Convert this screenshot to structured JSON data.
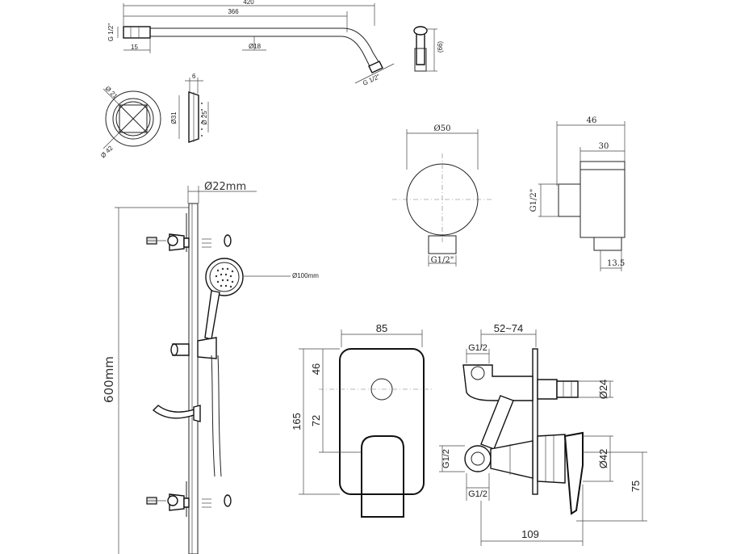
{
  "arm": {
    "total": "420",
    "length": "366",
    "thread_left": "G 1/2\"",
    "pipe": "Ø18",
    "stub": "15",
    "thread_end": "G 1/2\""
  },
  "spout": {
    "height": "(66)"
  },
  "flange": {
    "d21": "Ø 21",
    "d42": "Ø 42",
    "width": "6",
    "d31": "Ø31",
    "d25": "Ø 25"
  },
  "elbow": {
    "diameter": "Ø50",
    "thread": "G1/2\"",
    "depth": "46",
    "body": "30",
    "thread_side": "G1/2\"",
    "outlet": "13.5"
  },
  "rail": {
    "diameter": "Ø22mm",
    "length": "600mm",
    "head": "Ø100mm"
  },
  "mixer": {
    "width": "85",
    "height": "165",
    "top": "46",
    "middle": "72",
    "depth_range": "52~74",
    "g_top": "G1/2",
    "g_left": "G1/2",
    "g_bottom": "G1/2",
    "d24": "Ø24",
    "d42": "Ø42",
    "h75": "75",
    "depth": "109"
  }
}
